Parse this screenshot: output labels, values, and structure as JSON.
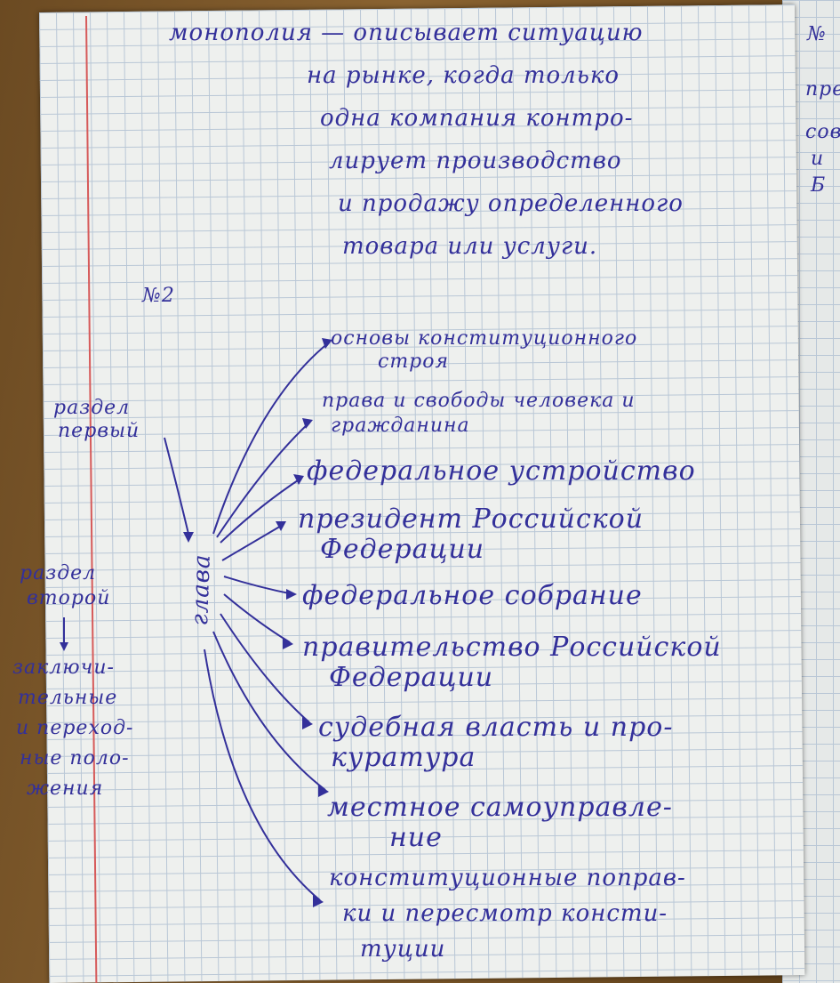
{
  "definition": {
    "lines": [
      "монополия — описывает ситуацию",
      "на рынке, когда только",
      "одна компания контро-",
      "лирует производство",
      "и продажу определенного",
      "товара или услуги."
    ]
  },
  "task_number": "№2",
  "center_label": "глава",
  "left_notes": {
    "section_one": [
      "раздел",
      "первый"
    ],
    "section_two": [
      "раздел",
      "второй"
    ],
    "section_two_detail": [
      "заключи-",
      "тельные",
      "и переход-",
      "ные поло-",
      "жения"
    ]
  },
  "chapters": [
    {
      "lines": [
        "основы конституционного",
        "строя"
      ]
    },
    {
      "lines": [
        "права и свободы человека и",
        "гражданина"
      ]
    },
    {
      "lines": [
        "федеральное устройство"
      ]
    },
    {
      "lines": [
        "президент Российской",
        "Федерации"
      ]
    },
    {
      "lines": [
        "федеральное собрание"
      ]
    },
    {
      "lines": [
        "правительство Российской",
        "Федерации"
      ]
    },
    {
      "lines": [
        "судебная власть и про-",
        "куратура"
      ]
    },
    {
      "lines": [
        "местное самоуправле-",
        "ние"
      ]
    },
    {
      "lines": [
        "конституционные поправ-",
        "ки и пересмотр консти-",
        "туции"
      ]
    }
  ],
  "next_page_fragments": [
    "№",
    "пре",
    "сов",
    "и",
    "Б"
  ],
  "colors": {
    "ink": "#33309a",
    "margin_line": "#d65a5a",
    "paper": "#eef0ee",
    "grid": "#b9c7d6"
  }
}
